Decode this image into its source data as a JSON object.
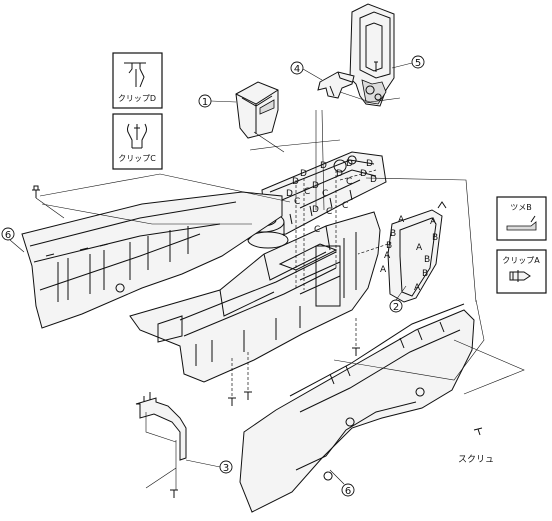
{
  "legend": {
    "clip_d": "クリップD",
    "clip_c": "クリップC",
    "claw_b": "ツメB",
    "clip_a": "クリップA"
  },
  "callouts": {
    "n1": "1",
    "n2": "2",
    "n3": "3",
    "n4": "4",
    "n5": "5",
    "n6_left": "6",
    "n6_bottom": "6"
  },
  "labels": {
    "screw": "スクリュ",
    "fastener_a": "A",
    "fastener_b": "B",
    "fastener_c": "C",
    "fastener_d": "D"
  }
}
